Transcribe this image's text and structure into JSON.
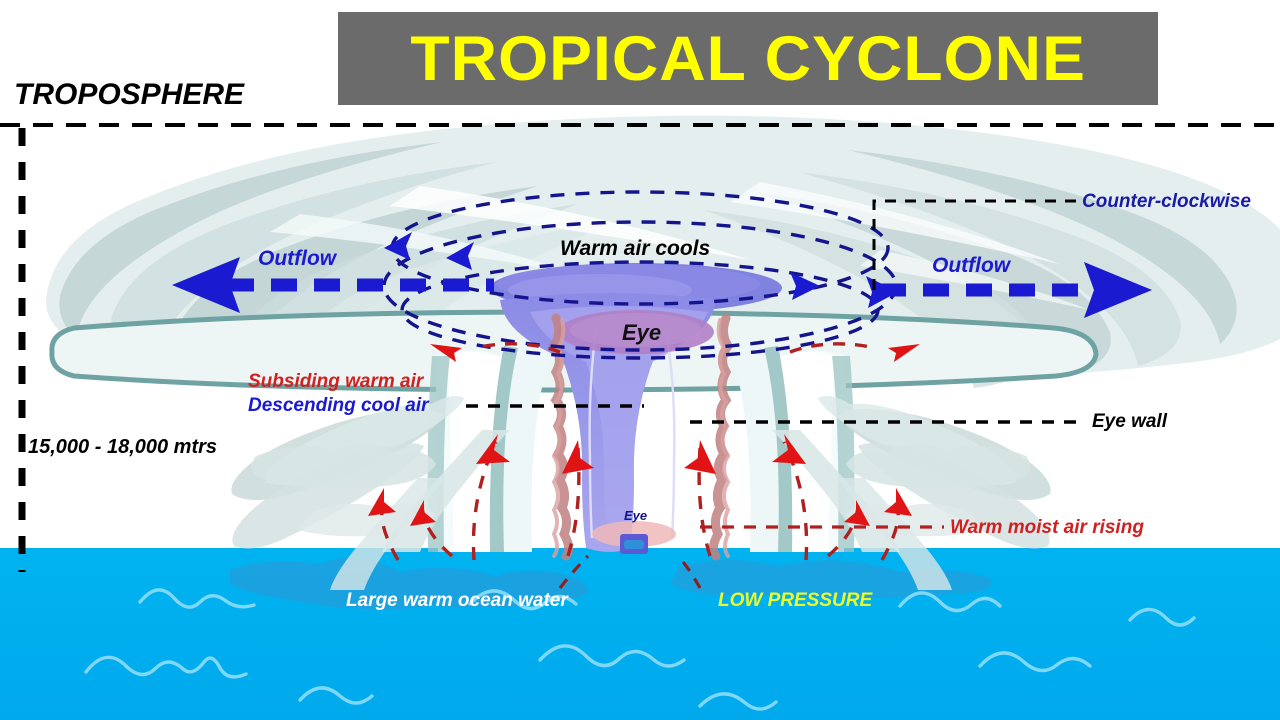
{
  "title": {
    "text": "TROPICAL CYCLONE",
    "plate_color": "#6b6b6b",
    "text_color": "#ffff00"
  },
  "layers": {
    "troposphere_label": "TROPOSPHERE",
    "altitude_label": "15,000 - 18,000 mtrs"
  },
  "annotations": {
    "counter_clockwise": "Counter-clockwise",
    "outflow_left": "Outflow",
    "outflow_right": "Outflow",
    "warm_air_cools": "Warm air cools",
    "eye_upper": "Eye",
    "eye_lower": "Eye",
    "subsiding_warm_air": "Subsiding warm air",
    "descending_cool_air": "Descending cool air",
    "eye_wall": "Eye wall",
    "warm_moist_air_rising": "Warm moist air rising",
    "large_warm_ocean_water": "Large warm ocean water",
    "low_pressure": "LOW PRESSURE"
  },
  "colors": {
    "ocean": "#00aeef",
    "ocean_dark": "#1a9ad9",
    "ocean_wave": "#7fd8f7",
    "cloud_pale": "#e8f1f2",
    "cloud_mid": "#d4e1e1",
    "cloud_deep": "#b9cccc",
    "cloud_outline": "#6fa3a3",
    "eye_column": "#9a99e8",
    "eye_disc": "#b07fc8",
    "canopy_disc": "#7b7ae0",
    "arrow_blue": "#1a1ad0",
    "arrow_navy": "#14148c",
    "arrow_red": "#e01414",
    "arrow_darkred": "#9e2222",
    "eyewall_texture": "#c08080",
    "dash_black": "#000000",
    "title_yellow": "#ffff00",
    "low_pressure_yellow": "#ecfb2a",
    "label_red": "#d02020",
    "label_blue": "#1a1ad0"
  },
  "icons": {
    "outflow_arrow_left": "arrow-left-icon",
    "outflow_arrow_right": "arrow-right-icon",
    "rising_arrow": "arrow-up-curved-icon",
    "circulation_arrow": "arrow-circulation-icon"
  }
}
